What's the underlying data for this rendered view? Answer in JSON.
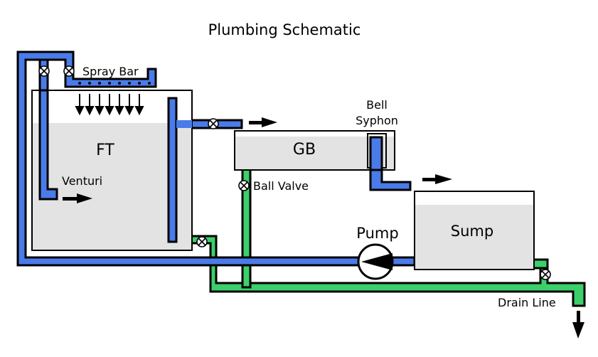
{
  "title": "Plumbing Schematic",
  "labels": {
    "spray_bar": "Spray Bar",
    "ft": "FT",
    "venturi": "Venturi",
    "gb": "GB",
    "bell_syphon_line1": "Bell",
    "bell_syphon_line2": "Syphon",
    "ball_valve": "Ball Valve",
    "pump": "Pump",
    "sump": "Sump",
    "drain_line": "Drain Line"
  },
  "colors": {
    "return_pipe": "#4a7be8",
    "drain_pipe": "#3ccf6a",
    "water": "#e3e3e3"
  }
}
